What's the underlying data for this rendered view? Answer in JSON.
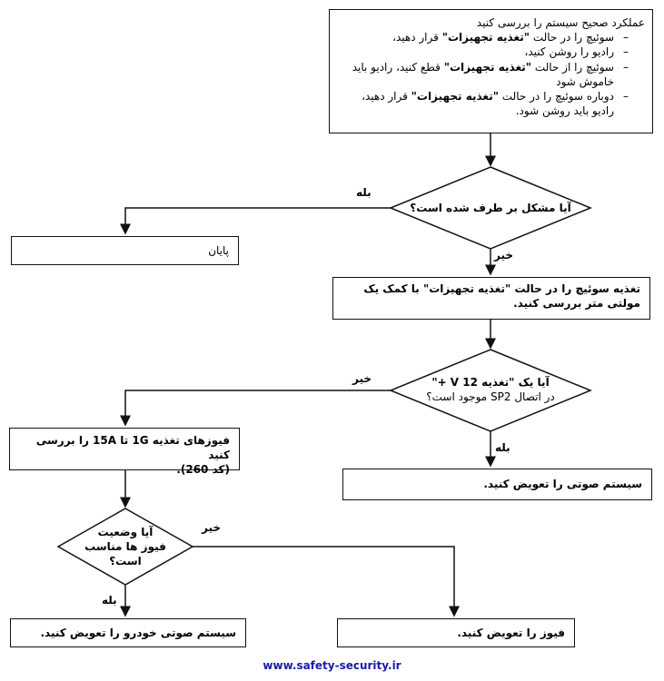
{
  "intro": {
    "heading": "عملکرد صحیح سیستم را بررسی کنید",
    "steps": [
      [
        "سوئیچ را در حالت ",
        "\"تغذیه تجهیزات\"",
        " قرار دهید،"
      ],
      [
        "رادیو را روشن کنید،",
        "",
        ""
      ],
      [
        "سوئیچ را از حالت ",
        "\"تغذیه تجهیزات\"",
        " قطع کنید، رادیو باید خاموش شود"
      ],
      [
        "دوباره سوئیچ را در حالت ",
        "\"تغذیه تجهیزات\"",
        " قرار دهید، رادیو باید روشن شود."
      ]
    ]
  },
  "decision1": {
    "text": "آیا مشکل بر طرف شده است؟",
    "yes": "بله",
    "no": "خیر"
  },
  "end_box": {
    "text": "پایان"
  },
  "measure_box": {
    "pre": "تغذیه سوئیچ را در حالت ",
    "bold": "\"تغذیه تجهیزات\"",
    "post": " با کمک یک مولتی متر بررسی کنید."
  },
  "decision2": {
    "line1_pre": "آیا یک ",
    "line1_bold": "\"تغذیه V 12 +\"",
    "line2": "در اتصال SP2 موجود است؟",
    "yes": "بله",
    "no": "خیر"
  },
  "replace_audio_box": {
    "text": "سیستم صوتی را تعویض کنید."
  },
  "fuse_check_box": {
    "line1": "فیوزهای تغذیه 1G تا 15A را بررسی کنید",
    "line2": "(کد 260)."
  },
  "decision3": {
    "line1": "آیا وضعیت",
    "line2": "فیوز ها مناسب",
    "line3": "است؟",
    "yes": "بله",
    "no": "خیر"
  },
  "replace_car_audio_box": {
    "text": "سیستم صوتی خودرو را تعویض کنید."
  },
  "replace_fuse_box": {
    "text": "فیوز را تعویض کنید."
  },
  "footer": {
    "url": "www.safety-security.ir"
  }
}
